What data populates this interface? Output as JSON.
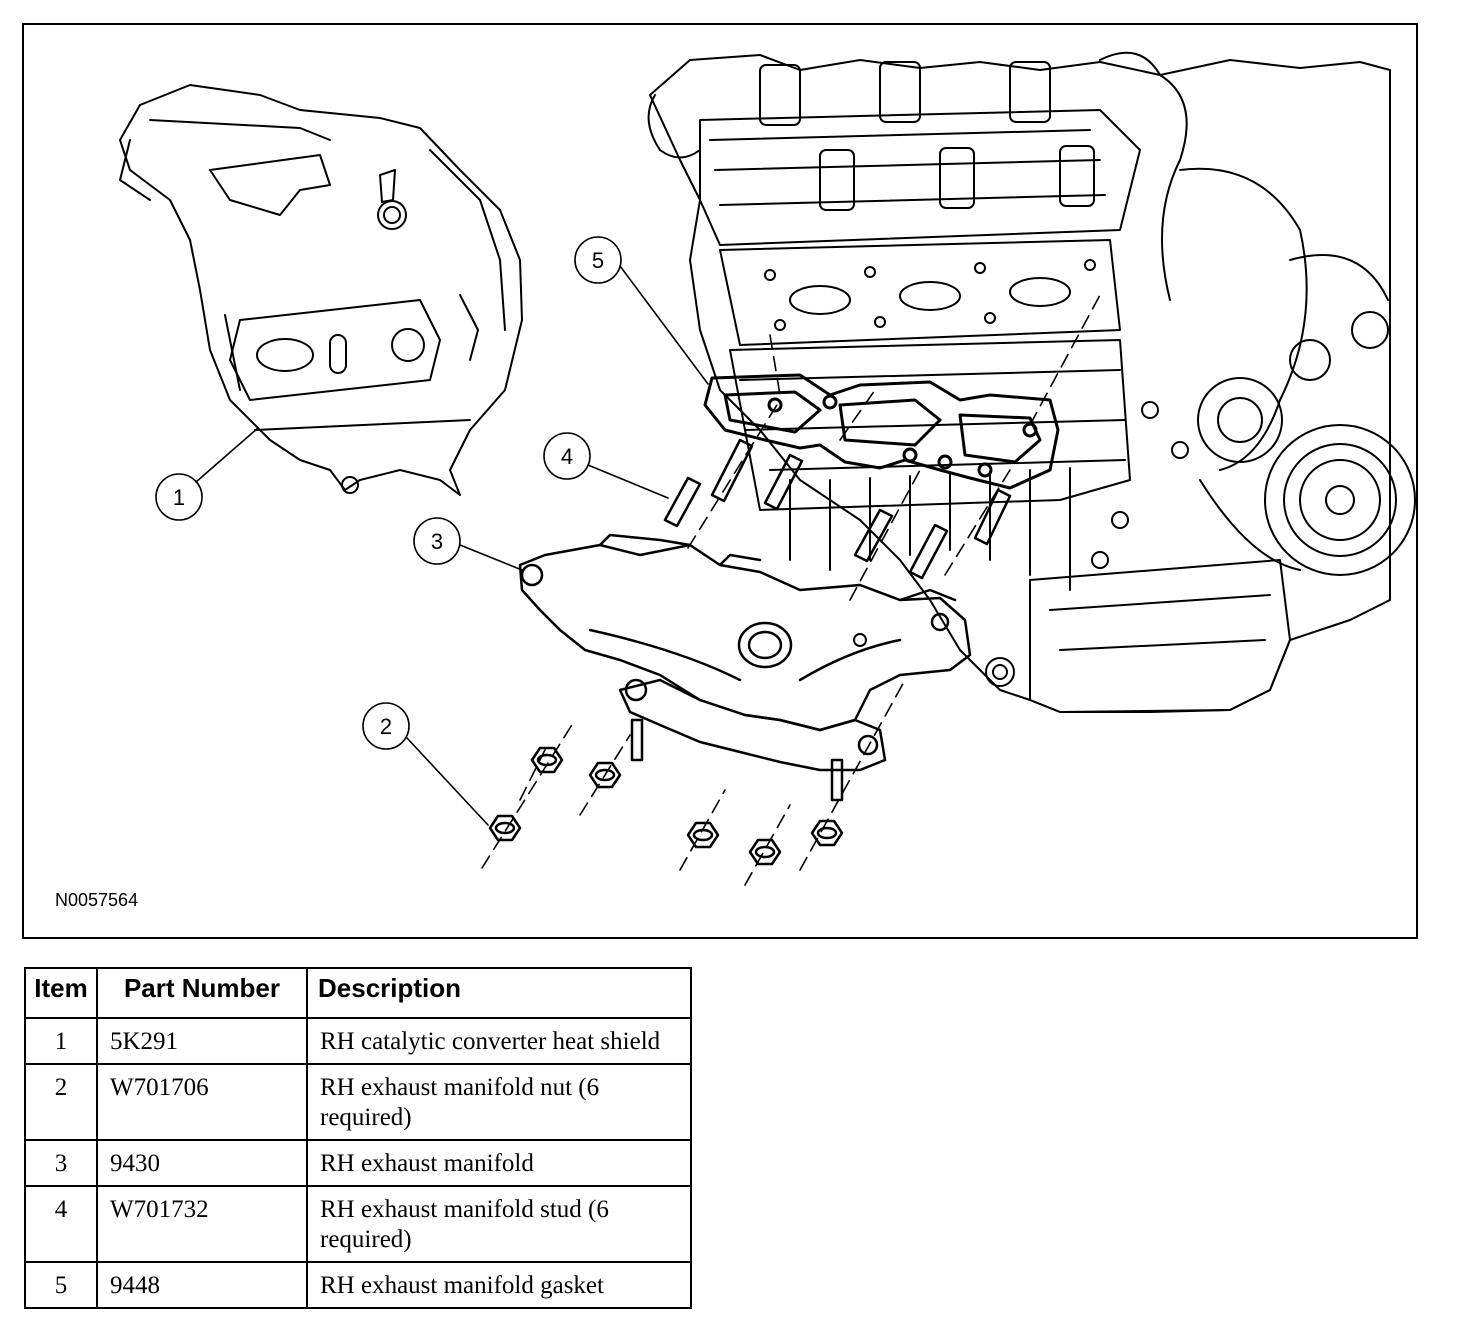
{
  "figure_id": "N0057564",
  "callouts": [
    "1",
    "2",
    "3",
    "4",
    "5"
  ],
  "table": {
    "headers": {
      "item": "Item",
      "part_number": "Part Number",
      "description": "Description"
    },
    "rows": [
      {
        "item": "1",
        "part_number": "5K291",
        "description": "RH catalytic converter heat shield"
      },
      {
        "item": "2",
        "part_number": "W701706",
        "description": "RH exhaust manifold nut (6 required)"
      },
      {
        "item": "3",
        "part_number": "9430",
        "description": "RH exhaust manifold"
      },
      {
        "item": "4",
        "part_number": "W701732",
        "description": "RH exhaust manifold stud (6 required)"
      },
      {
        "item": "5",
        "part_number": "9448",
        "description": "RH exhaust manifold gasket"
      }
    ]
  }
}
